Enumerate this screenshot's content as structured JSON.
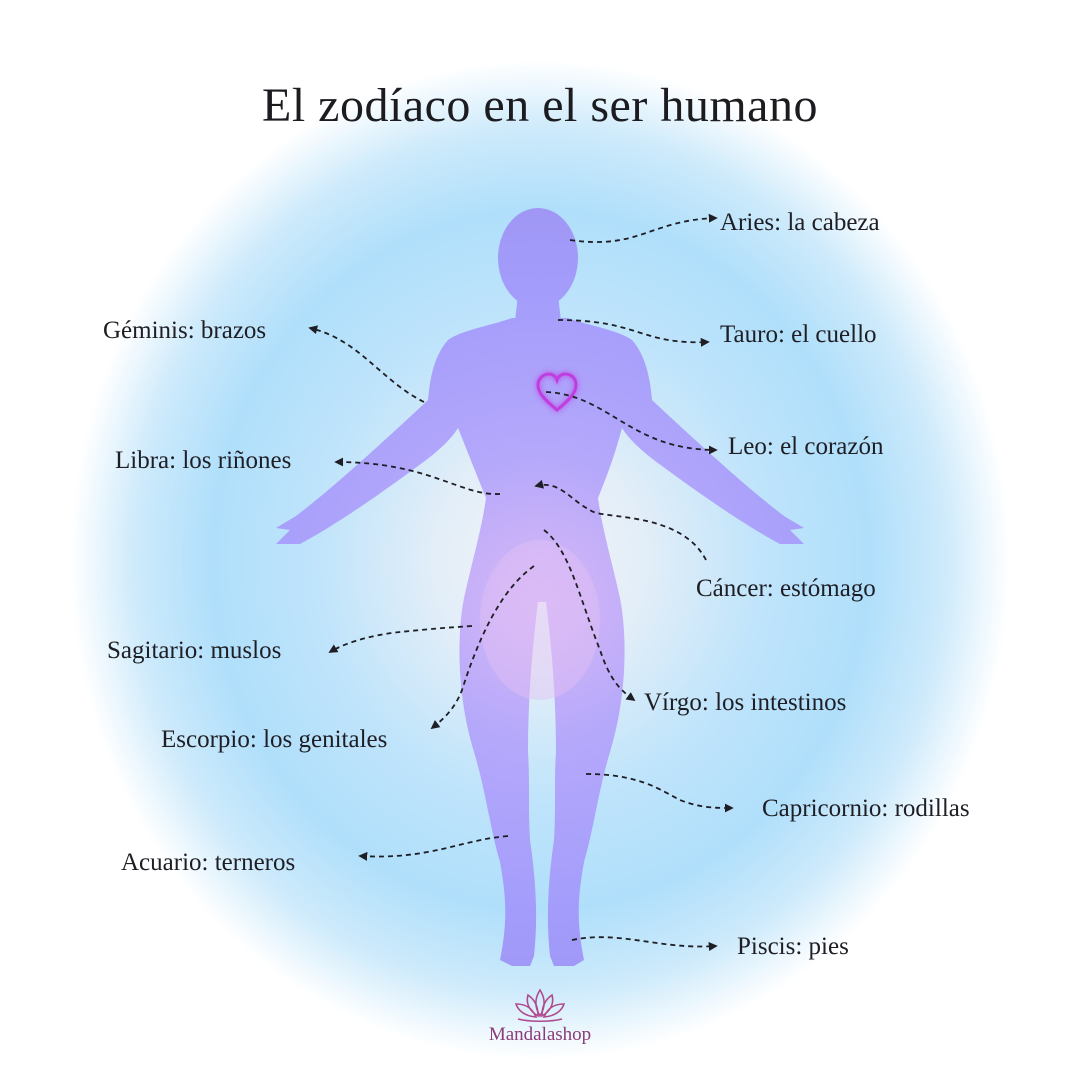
{
  "title": "El zodíaco en el ser humano",
  "labels": {
    "aries": "Aries: la cabeza",
    "tauro": "Tauro: el cuello",
    "geminis": "Géminis: brazos",
    "leo": "Leo: el corazón",
    "libra": "Libra: los riñones",
    "cancer": "Cáncer: estómago",
    "sagitario": "Sagitario: muslos",
    "virgo": "Vírgo: los intestinos",
    "escorpio": "Escorpio: los genitales",
    "capricornio": "Capricornio: rodillas",
    "acuario": "Acuario: terneros",
    "piscis": "Piscis: pies"
  },
  "brand": {
    "name": "Mandalashop",
    "logo_icon": "lotus-icon"
  },
  "icons": [
    "heart-icon",
    "lotus-icon"
  ],
  "colors": {
    "silhouette": "#a7a0ff",
    "silhouette_center": "#d4b3f5",
    "heart": "#c03ce0",
    "background_glow": "#b0dffb",
    "text": "#1e1e24",
    "brand": "#8a3b78"
  }
}
